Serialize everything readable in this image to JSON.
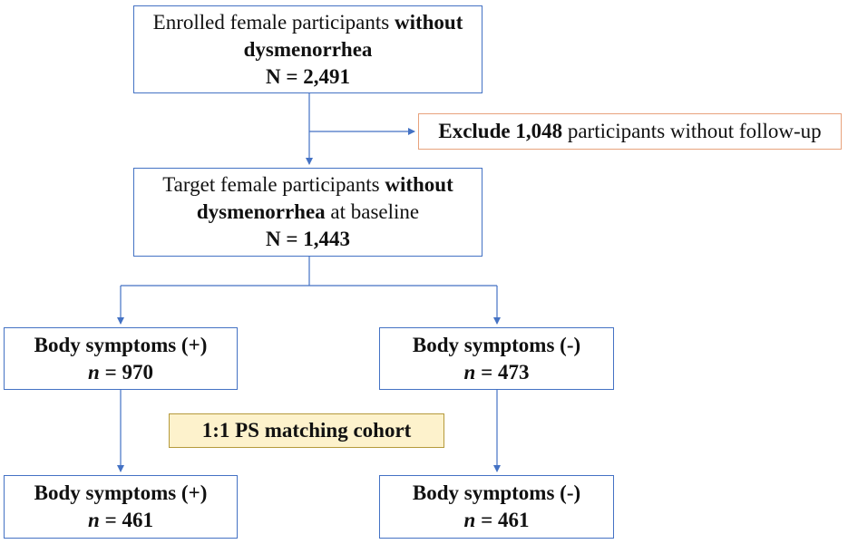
{
  "colors": {
    "box_border": "#4472c4",
    "arrow": "#4472c4",
    "exclude_border": "#e8a27c",
    "ps_fill": "#fdf2cc",
    "ps_border": "#b59a3c"
  },
  "enrolled": {
    "line1_prefix": "Enrolled female participants",
    "line1_bold": "without",
    "line2_bold": "dysmenorrhea",
    "count": "N = 2,491"
  },
  "exclusion": {
    "bold": "Exclude 1,048",
    "rest": "participants without follow-up"
  },
  "target": {
    "line1_prefix": "Target female participants",
    "line1_bold": "without",
    "line2_bold": "dysmenorrhea",
    "line2_rest": "at baseline",
    "count": "N = 1,443"
  },
  "body_pos": {
    "label": "Body symptoms (+)",
    "n_symbol": "n",
    "n_value": "= 970"
  },
  "body_neg": {
    "label": "Body symptoms (-)",
    "n_symbol": "n",
    "n_value": "= 473"
  },
  "ps_label": "1:1 PS matching cohort",
  "matched_pos": {
    "label": "Body symptoms (+)",
    "n_symbol": "n",
    "n_value": "= 461"
  },
  "matched_neg": {
    "label": "Body symptoms (-)",
    "n_symbol": "n",
    "n_value": "= 461"
  }
}
